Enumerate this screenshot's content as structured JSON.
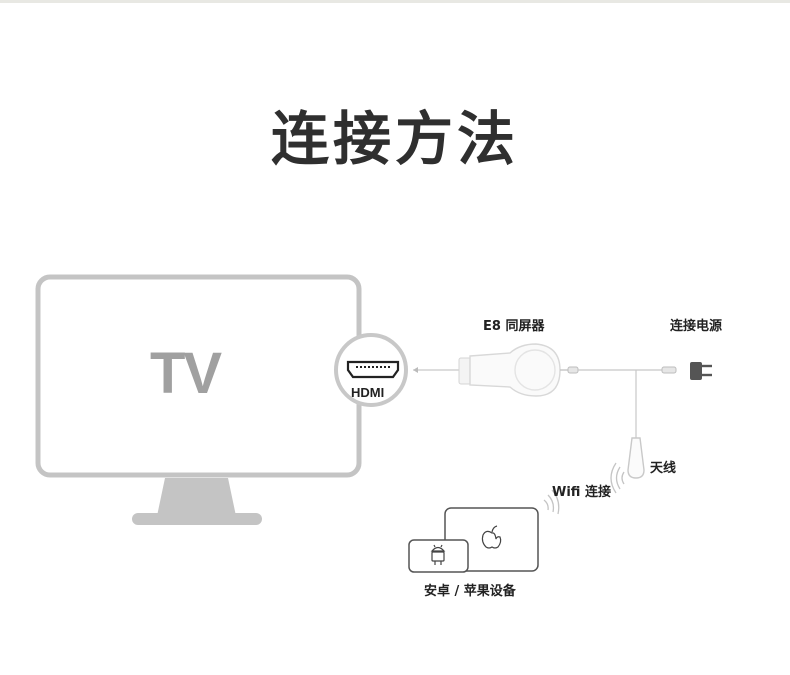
{
  "title": "连接方法",
  "tv": {
    "label": "TV"
  },
  "hdmi": {
    "label": "HDMI"
  },
  "dongle": {
    "label": "E8 同屏器"
  },
  "power": {
    "label": "连接电源"
  },
  "antenna": {
    "label": "天线"
  },
  "wifi": {
    "label": "Wifi 连接"
  },
  "devices": {
    "label": "安卓 / 苹果设备"
  },
  "icons": [
    "hdmi-port-icon",
    "power-plug-icon",
    "android-icon",
    "apple-icon",
    "wifi-waves-icon"
  ]
}
